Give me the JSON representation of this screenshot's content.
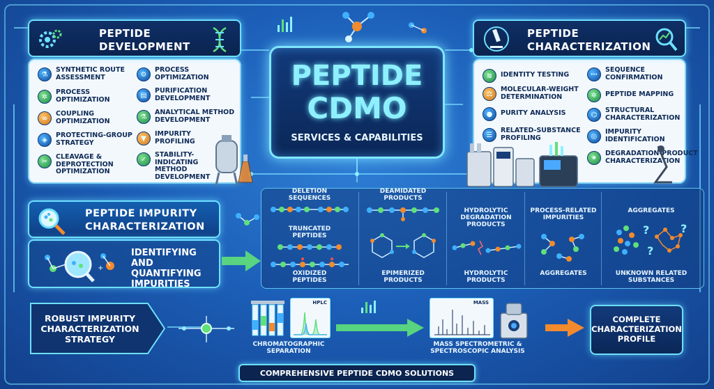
{
  "center": {
    "title_line1": "PEPTIDE",
    "title_line2": "CDMO",
    "subtitle": "SERVICES & CAPABILITIES"
  },
  "development": {
    "title_line1": "PEPTIDE",
    "title_line2": "DEVELOPMENT",
    "left_items": [
      {
        "label_l1": "SYNTHETIC ROUTE",
        "label_l2": "ASSESSMENT",
        "icon": "flask-icon"
      },
      {
        "label_l1": "PROCESS",
        "label_l2": "OPTIMIZATION",
        "icon": "molecule-icon"
      },
      {
        "label_l1": "COUPLING",
        "label_l2": "OPTIMIZATION",
        "icon": "link-icon"
      },
      {
        "label_l1": "PROTECTING-GROUP",
        "label_l2": "STRATEGY",
        "icon": "shield-molecule-icon"
      },
      {
        "label_l1": "CLEAVAGE &",
        "label_l2": "DEPROTECTION",
        "label_l3": "OPTIMIZATION",
        "icon": "cleavage-icon"
      }
    ],
    "right_items": [
      {
        "label_l1": "PROCESS",
        "label_l2": "OPTIMIZATION",
        "icon": "gear-icon"
      },
      {
        "label_l1": "PURIFICATION",
        "label_l2": "DEVELOPMENT",
        "icon": "clipboard-icon"
      },
      {
        "label_l1": "ANALYTICAL METHOD",
        "label_l2": "DEVELOPMENT",
        "icon": "beaker-icon"
      },
      {
        "label_l1": "IMPURITY",
        "label_l2": "PROFILING",
        "icon": "filter-icon"
      },
      {
        "label_l1": "STABILITY-",
        "label_l2": "INDICATING",
        "label_l3": "METHOD",
        "label_l4": "DEVELOPMENT",
        "icon": "shield-check-icon"
      }
    ]
  },
  "characterization": {
    "title_line1": "PEPTIDE",
    "title_line2": "CHARACTERIZATION",
    "left_items": [
      {
        "label_l1": "IDENTITY TESTING",
        "icon": "dna-icon"
      },
      {
        "label_l1": "MOLECULAR-WEIGHT",
        "label_l2": "DETERMINATION",
        "icon": "balance-icon"
      },
      {
        "label_l1": "PURITY ANALYSIS",
        "icon": "drop-icon"
      },
      {
        "label_l1": "RELATED-SUBSTANCE",
        "label_l2": "PROFILING",
        "icon": "list-icon"
      }
    ],
    "right_items": [
      {
        "label_l1": "SEQUENCE",
        "label_l2": "CONFIRMATION",
        "icon": "sequence-icon"
      },
      {
        "label_l1": "PEPTIDE MAPPING",
        "icon": "map-molecule-icon"
      },
      {
        "label_l1": "STRUCTURAL",
        "label_l2": "CHARACTERIZATION",
        "icon": "structure-icon"
      },
      {
        "label_l1": "IMPURITY",
        "label_l2": "IDENTIFICATION",
        "icon": "fingerprint-icon"
      },
      {
        "label_l1": "DEGRADATION-PRODUCT",
        "label_l2": "CHARACTERIZATION",
        "icon": "degradation-icon"
      }
    ]
  },
  "impurity": {
    "title_line1": "PEPTIDE IMPURITY",
    "title_line2": "CHARACTERIZATION",
    "sub_l1": "IDENTIFYING AND",
    "sub_l2": "QUANTIFYING",
    "sub_l3": "IMPURITIES",
    "types": {
      "deletion_l1": "DELETION",
      "deletion_l2": "SEQUENCES",
      "truncated_l1": "TRUNCATED",
      "truncated_l2": "PEPTIDES",
      "oxidized_l1": "OXIDIZED",
      "oxidized_l2": "PEPTIDES",
      "deamidated_l1": "DEAMIDATED",
      "deamidated_l2": "PRODUCTS",
      "epimerized_l1": "EPIMERIZED",
      "epimerized_l2": "PRODUCTS",
      "hydrolytic_top_l1": "HYDROLYTIC",
      "hydrolytic_top_l2": "DEGRADATION",
      "hydrolytic_top_l3": "PRODUCTS",
      "hydrolytic_bottom_l1": "HYDROLYTIC",
      "hydrolytic_bottom_l2": "PRODUCTS",
      "process_l1": "PROCESS-RELATED",
      "process_l2": "IMPURITIES",
      "aggregates_bottom": "AGGREGATES",
      "aggregates_top": "AGGREGATES",
      "unknown_l1": "UNKNOWN RELATED",
      "unknown_l2": "SUBSTANCES"
    }
  },
  "workflow": {
    "strategy_l1": "ROBUST IMPURITY",
    "strategy_l2": "CHARACTERIZATION",
    "strategy_l3": "STRATEGY",
    "chrom_l1": "CHROMATOGRAPHIC",
    "chrom_l2": "SEPARATION",
    "hplc_label": "HPLC",
    "mass_label": "MASS",
    "ms_l1": "MASS SPECTROMETRIC &",
    "ms_l2": "SPECTROSCOPIC ANALYSIS",
    "profile_l1": "COMPLETE",
    "profile_l2": "CHARACTERIZATION",
    "profile_l3": "PROFILE"
  },
  "footer": "COMPREHENSIVE PEPTIDE CDMO SOLUTIONS",
  "colors": {
    "accent_cyan": "#6ee0ff",
    "accent_green": "#5fe07a",
    "accent_orange": "#f28a2e",
    "panel_dark": "#0b2450",
    "panel_light": "#f3f8fd"
  }
}
